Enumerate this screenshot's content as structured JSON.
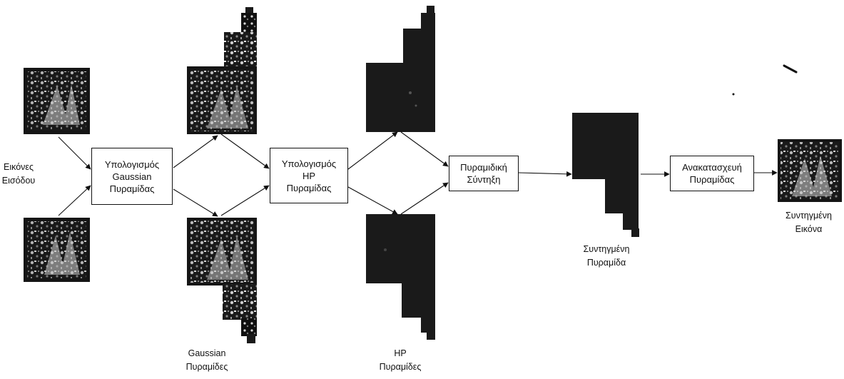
{
  "boxes": {
    "gaussian_compute": [
      "Υπολογισμός",
      "Gaussian",
      "Πυραμίδας"
    ],
    "hp_compute": [
      "Υπολογισμός",
      "HP",
      "Πυραμίδας"
    ],
    "pyramid_fusion": [
      "Πυραμιδική",
      "Σύντηξη"
    ],
    "reconstruction": [
      "Ανακατασχευή",
      "Πυραμίδας"
    ]
  },
  "labels": {
    "input_images": [
      "Εικόνες",
      "Εισόδου"
    ],
    "gaussian_pyramids": [
      "Gaussian",
      "Πυραμίδες"
    ],
    "hp_pyramids": [
      "HP",
      "Πυραμίδες"
    ],
    "fused_pyramid": [
      "Συντηγμένη",
      "Πυραμίδα"
    ],
    "fused_image": [
      "Συντηγμένη",
      "Εικόνα"
    ]
  }
}
